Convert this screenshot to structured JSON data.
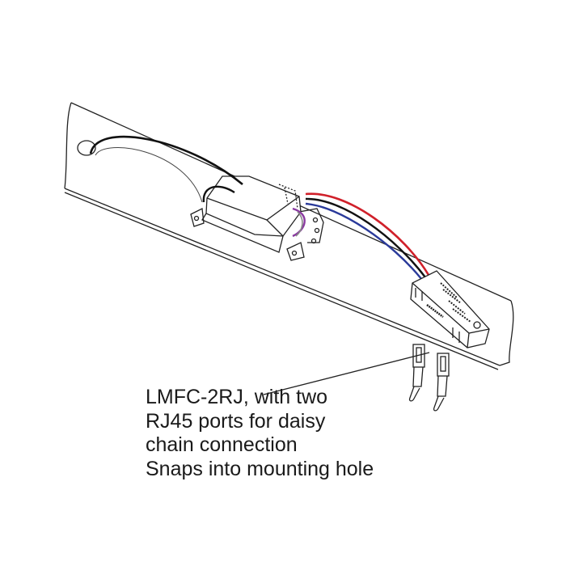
{
  "caption": {
    "lines": [
      "LMFC-2RJ, with two",
      "RJ45 ports for daisy",
      "chain connection",
      "Snaps into mounting hole"
    ]
  },
  "colors": {
    "wire_red": "#d0202a",
    "wire_blue": "#2a3a9a",
    "wire_black": "#111111",
    "wire_purple": "#8a3aa0",
    "line": "#222222"
  }
}
